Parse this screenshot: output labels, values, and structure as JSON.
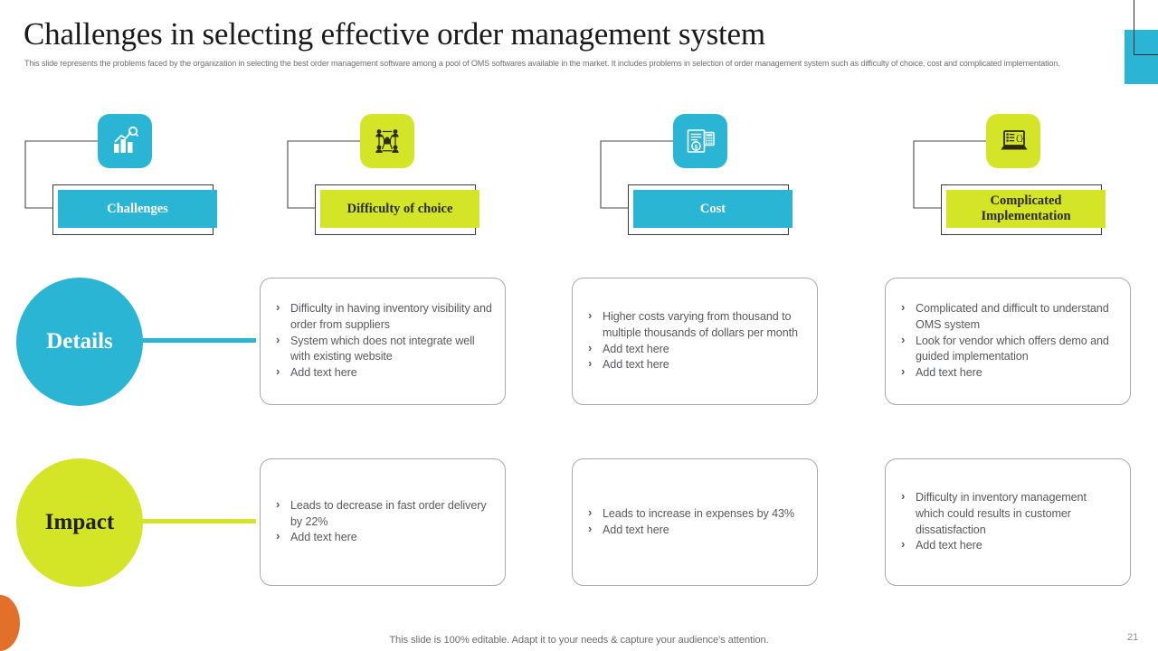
{
  "slide": {
    "title": "Challenges in selecting effective order management system",
    "subtitle": "This slide represents the problems faced by the organization in selecting the best order management software among a pool of OMS  softwares available in the market. It includes problems in selection of order management system such as difficulty of choice, cost and complicated implementation.",
    "footer_note": "This slide is 100% editable. Adapt it to your needs & capture your audience's attention.",
    "page_number": "21"
  },
  "colors": {
    "cyan": "#2bb5d4",
    "lime": "#d4e528",
    "orange": "#e2702a",
    "body_text": "#58595b",
    "title_text": "#1a1a1a"
  },
  "columns": [
    {
      "label": "Challenges",
      "theme": "cyan",
      "icon": "bar-chart-growth-icon"
    },
    {
      "label": "Difficulty of choice",
      "theme": "lime",
      "icon": "network-team-icon"
    },
    {
      "label": "Cost",
      "theme": "cyan",
      "icon": "invoice-dollar-icon"
    },
    {
      "label": "Complicated Implementation",
      "theme": "lime",
      "icon": "laptop-code-icon"
    }
  ],
  "rows": [
    {
      "label": "Details",
      "theme": "cyan",
      "cards": [
        {
          "bullets": [
            "Difficulty in having inventory visibility and order from suppliers",
            "System which does not integrate well with existing website",
            "Add text here"
          ]
        },
        {
          "bullets": [
            "Higher costs varying from thousand to multiple thousands of dollars per month",
            "Add text here",
            "Add text here"
          ]
        },
        {
          "bullets": [
            "Complicated and difficult to understand OMS system",
            "Look for vendor which offers demo and guided implementation",
            "Add text here"
          ]
        }
      ]
    },
    {
      "label": "Impact",
      "theme": "lime",
      "cards": [
        {
          "bullets": [
            "Leads to decrease in fast order delivery by 22%",
            "Add text here"
          ]
        },
        {
          "bullets": [
            "Leads to increase in expenses by 43%",
            "Add text here"
          ]
        },
        {
          "bullets": [
            "Difficulty in inventory management which could results in customer dissatisfaction",
            "Add text here"
          ]
        }
      ]
    }
  ]
}
